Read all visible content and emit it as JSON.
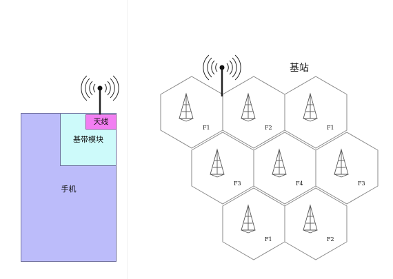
{
  "phone": {
    "antenna_label": "天线",
    "baseband_label": "基带模块",
    "phone_label": "手机"
  },
  "network": {
    "station_label": "基站",
    "cells": [
      {
        "id": "cell-1",
        "freq": "F1"
      },
      {
        "id": "cell-2",
        "freq": "F2"
      },
      {
        "id": "cell-3",
        "freq": "F1"
      },
      {
        "id": "cell-4",
        "freq": "F3"
      },
      {
        "id": "cell-5",
        "freq": "F4"
      },
      {
        "id": "cell-6",
        "freq": "F3"
      },
      {
        "id": "cell-7",
        "freq": "F1"
      },
      {
        "id": "cell-8",
        "freq": "F2"
      }
    ]
  },
  "colors": {
    "phone_body": "#bcbcfa",
    "baseband": "#cdfafa",
    "antenna": "#f27ef2"
  },
  "icons": [
    "signal-antenna-icon",
    "tower-icon"
  ]
}
